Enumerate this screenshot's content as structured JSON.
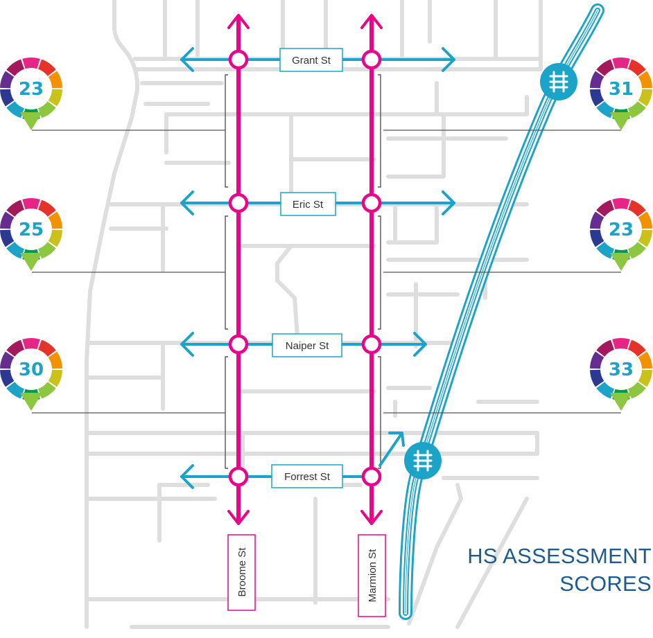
{
  "title": {
    "line1": "HS ASSESSMENT",
    "line2": "SCORES"
  },
  "streets": {
    "cross": [
      "Grant St",
      "Eric St",
      "Naiper St",
      "Forrest St"
    ],
    "vertical": [
      "Broome St",
      "Marmion St"
    ]
  },
  "scores": {
    "left": [
      "23",
      "25",
      "30"
    ],
    "right": [
      "31",
      "23",
      "33"
    ]
  },
  "icons": {
    "station": "train-station-icon",
    "score_marker": "score-pin-icon",
    "arrow": "arrow-icon"
  },
  "colors": {
    "street_line": "#e6058b",
    "cross_street": "#1ba3c8",
    "rail": "#1ba3c8",
    "road": "#dedede",
    "title": "#1f5a8c",
    "score_text": "#1ba3c8",
    "wheel": [
      "#e62585",
      "#e5332a",
      "#f39200",
      "#c9c21a",
      "#8dc63f",
      "#009a4e",
      "#1ba3c8",
      "#2b3990",
      "#662d91",
      "#a3195b"
    ]
  }
}
